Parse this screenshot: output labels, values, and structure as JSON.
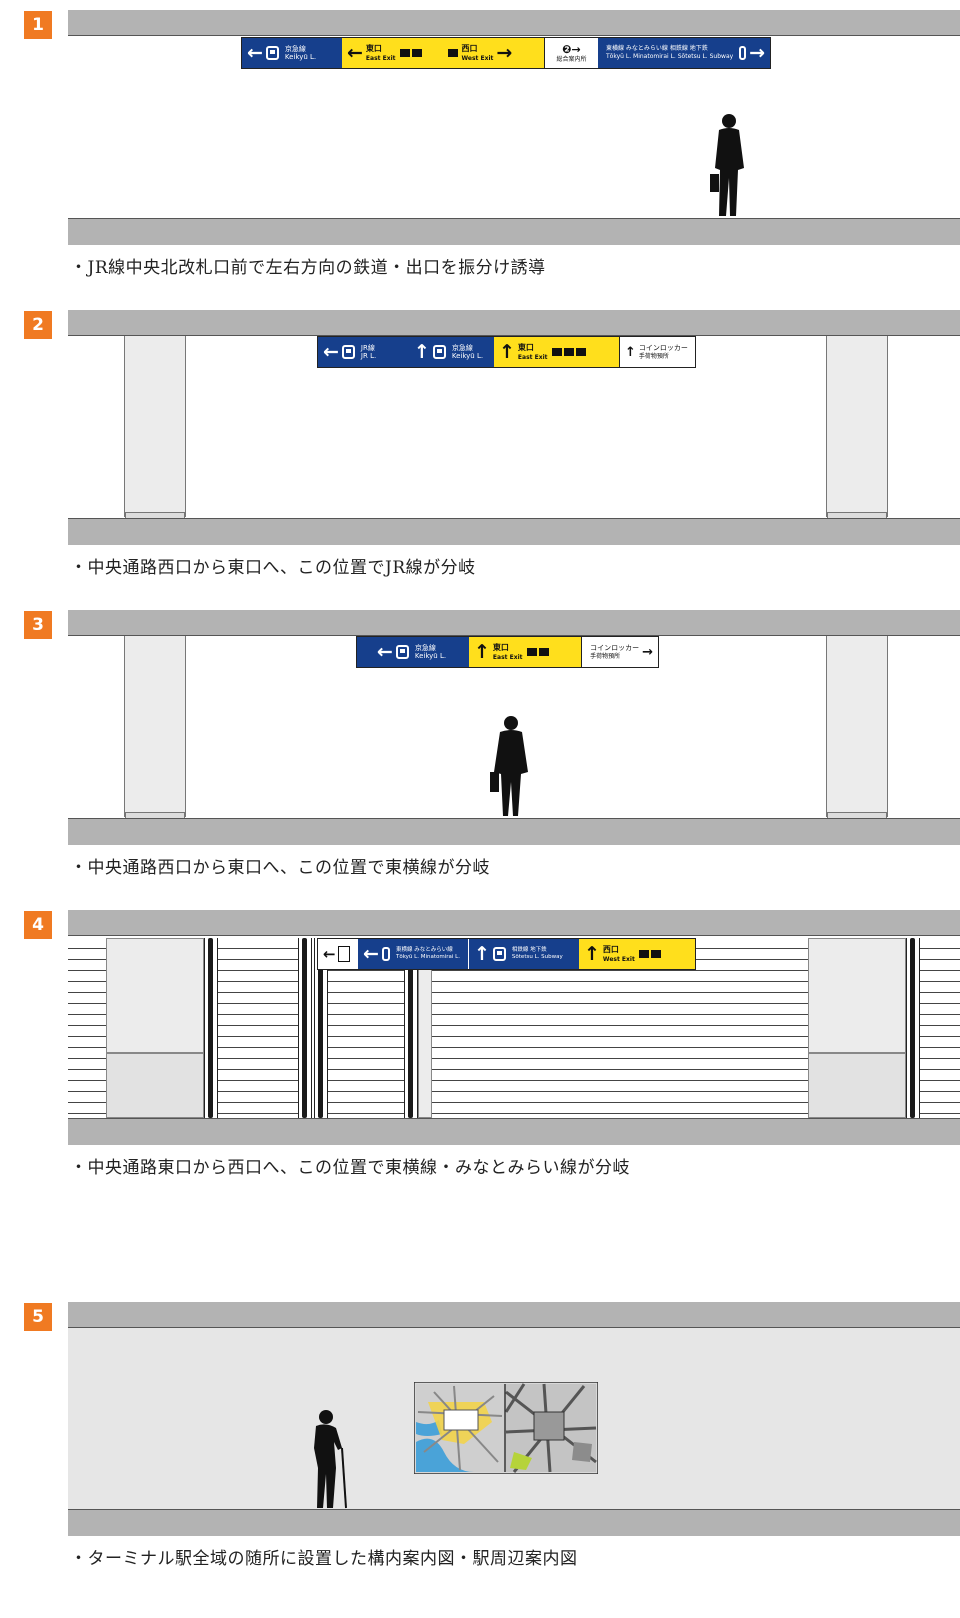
{
  "sections": [
    {
      "number": "1",
      "caption": "・JR線中央北改札口前で左右方向の鉄道・出口を振分け誘導"
    },
    {
      "number": "2",
      "caption": "・中央通路西口から東口へ、この位置でJR線が分岐"
    },
    {
      "number": "3",
      "caption": "・中央通路西口から東口へ、この位置で東横線が分岐"
    },
    {
      "number": "4",
      "caption": "・中央通路東口から西口へ、この位置で東横線・みなとみらい線が分岐"
    },
    {
      "number": "5",
      "caption": "・ターミナル駅全域の随所に設置した構内案内図・駅周辺案内図"
    }
  ],
  "signs": {
    "s1": {
      "keikyu": "京急線",
      "keikyu_en": "Keikyū L.",
      "east_exit": "東口",
      "east_exit_en": "East Exit",
      "west_exit": "西口",
      "west_exit_en": "West Exit",
      "info": "総合案内所",
      "lines": "東横線 みなとみらい線 相鉄線 地下鉄",
      "lines_en": "Tōkyū L. Minatomirai L. Sōtetsu L. Subway"
    },
    "s2": {
      "jr": "JR線",
      "jr_en": "JR L.",
      "keikyu": "京急線",
      "keikyu_en": "Keikyū L.",
      "east_exit": "東口",
      "east_exit_en": "East Exit",
      "locker": "コインロッカー",
      "locker_sub": "手荷物預所"
    },
    "s3": {
      "keikyu": "京急線",
      "keikyu_en": "Keikyū L.",
      "east_exit": "東口",
      "east_exit_en": "East Exit",
      "locker": "コインロッカー",
      "locker_sub": "手荷物預所"
    },
    "s4": {
      "lines1": "東横線 みなとみらい線",
      "lines1_en": "Tōkyū L. Minatomirai L.",
      "lines2": "相鉄線 地下鉄",
      "lines2_en": "Sōtetsu L. Subway",
      "west_exit": "西口",
      "west_exit_en": "West Exit"
    }
  },
  "colors": {
    "accent": "#f07a22",
    "sign_blue": "#163f8c",
    "sign_yellow": "#ffdf1c",
    "structure_gray": "#b3b3b3"
  }
}
